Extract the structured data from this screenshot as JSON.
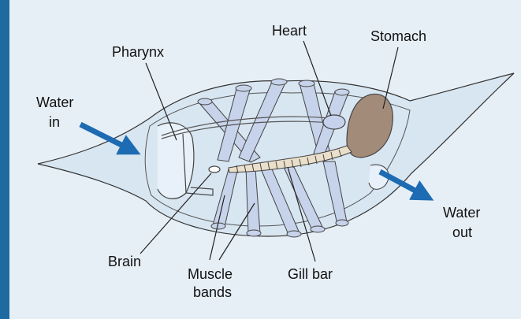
{
  "labels": {
    "heart": "Heart",
    "stomach": "Stomach",
    "pharynx": "Pharynx",
    "water_in_1": "Water",
    "water_in_2": "in",
    "water_out_1": "Water",
    "water_out_2": "out",
    "brain": "Brain",
    "muscle_1": "Muscle",
    "muscle_2": "bands",
    "gill_bar": "Gill bar"
  },
  "colors": {
    "background": "#e6eff6",
    "edge_bar": "#1f6aa1",
    "body_fill": "#d8e6f1",
    "outline": "#333333",
    "muscle_fill": "#c7d3ea",
    "heart_fill": "#c6d2ec",
    "stomach_fill": "#a38b7a",
    "gill_bar_fill": "#eadfca",
    "arrow": "#1d6bb2"
  }
}
